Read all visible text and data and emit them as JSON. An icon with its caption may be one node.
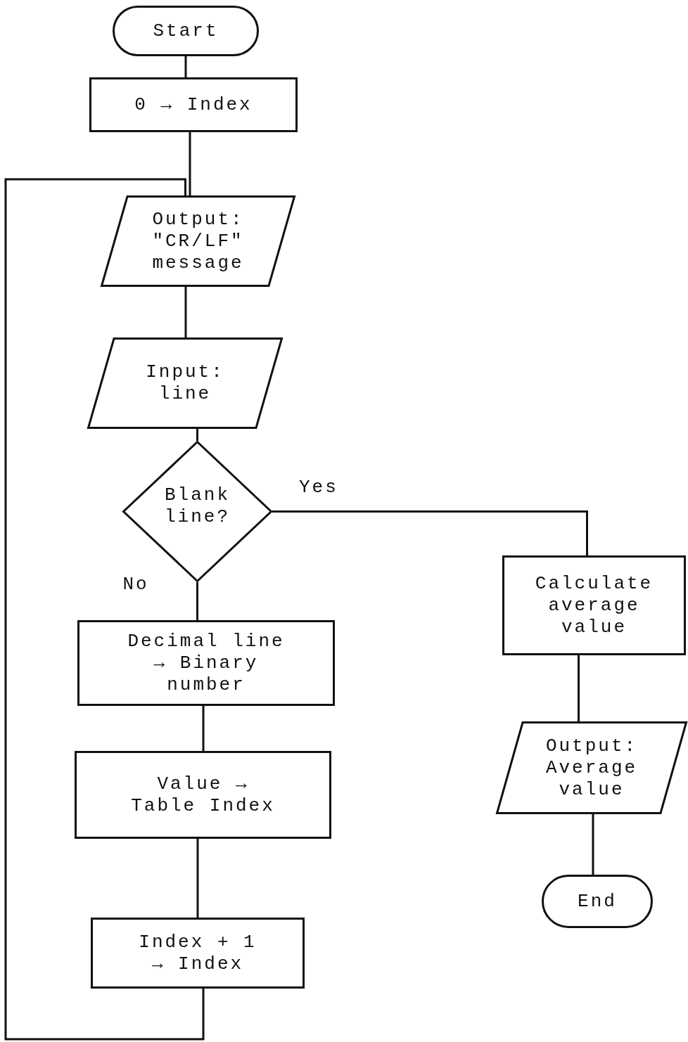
{
  "diagram": {
    "nodes": [
      {
        "text": [
          "Start"
        ]
      },
      {
        "text": [
          "0 → Index"
        ]
      },
      {
        "text": [
          "Output: \"CR/LF\" message"
        ]
      },
      {
        "text": [
          "Input: line"
        ]
      },
      {
        "text": [
          "Blank line?"
        ]
      },
      {
        "text": [
          "Decimal line → Binary number"
        ]
      },
      {
        "text": [
          "Value → Table Index"
        ]
      },
      {
        "text": [
          "Index + 1 → Index"
        ]
      },
      {
        "text": [
          "Calculate average value"
        ]
      },
      {
        "text": [
          "Output: Average value"
        ]
      },
      {
        "text": [
          "End"
        ]
      }
    ],
    "edges": [
      {
        "from": 0,
        "to": 1,
        "arrow": "none"
      },
      {
        "from": 1,
        "to": 2,
        "arrow": "none"
      },
      {
        "from": 2,
        "to": 3,
        "arrow": "none"
      },
      {
        "from": 3,
        "to": 4,
        "arrow": "none"
      },
      {
        "from": 4,
        "to": 5,
        "arrow": "none",
        "label": "No"
      },
      {
        "from": 4,
        "to": 8,
        "arrow": "none",
        "label": "Yes"
      },
      {
        "from": 5,
        "to": 6,
        "arrow": "none"
      },
      {
        "from": 6,
        "to": 7,
        "arrow": "none"
      },
      {
        "from": 7,
        "to": 2,
        "arrow": "none"
      },
      {
        "from": 8,
        "to": 9,
        "arrow": "none"
      },
      {
        "from": 9,
        "to": 10,
        "arrow": "none"
      }
    ]
  }
}
